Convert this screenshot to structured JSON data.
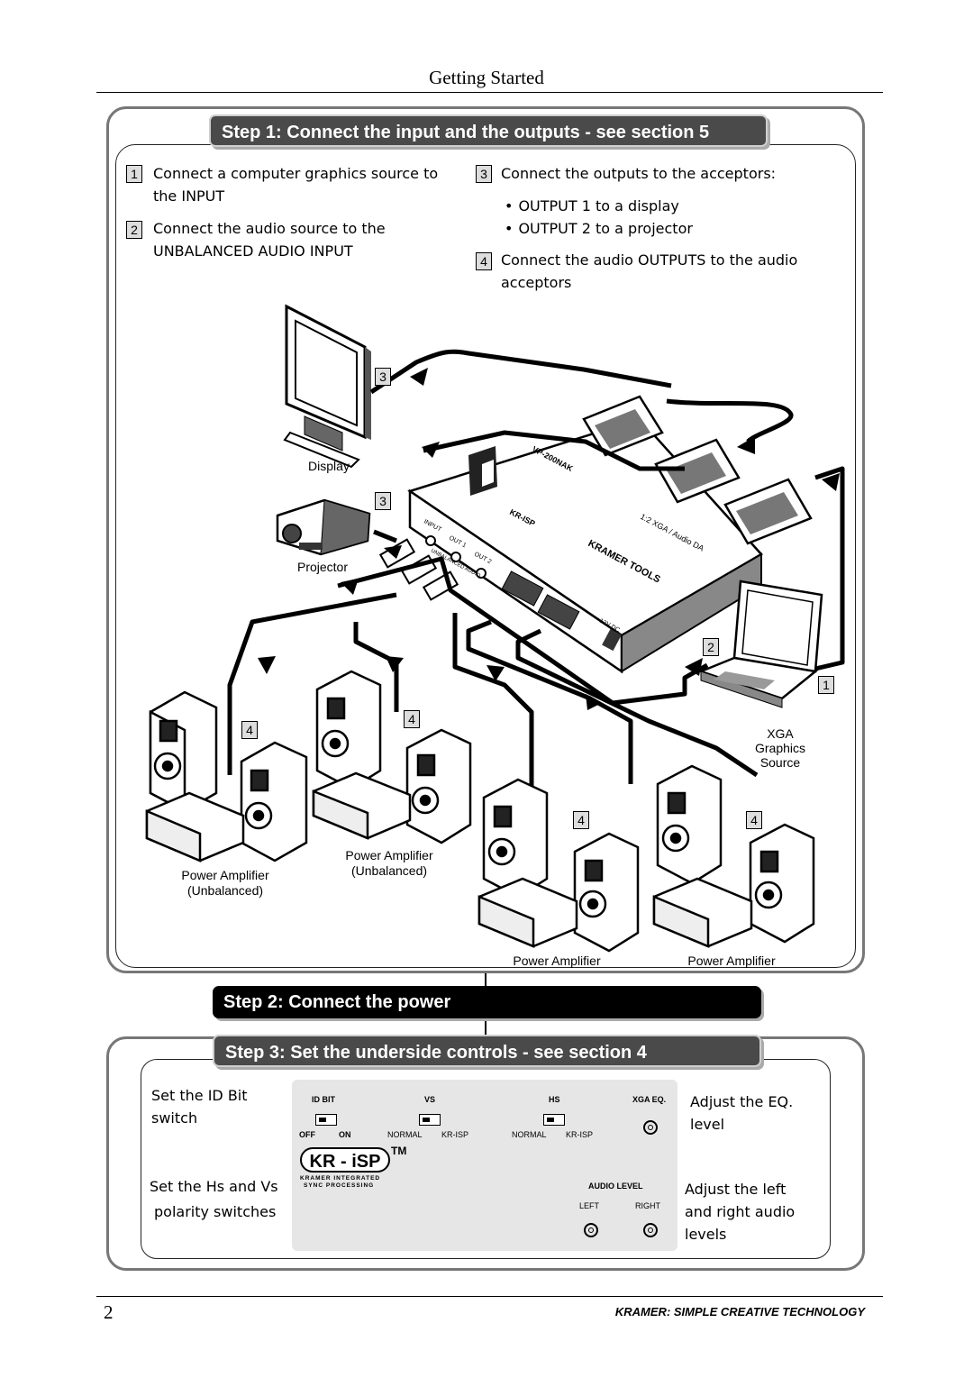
{
  "header": {
    "title": "Getting Started"
  },
  "step1": {
    "banner": "Step 1: Connect the input and the outputs - see section 5",
    "items": [
      {
        "num": "1",
        "text_a": "Connect a computer graphics source to",
        "text_b": "the INPUT"
      },
      {
        "num": "2",
        "text_a": "Connect the audio source to the",
        "text_b": "UNBALANCED AUDIO INPUT"
      },
      {
        "num": "3",
        "text_a": "Connect the outputs to the acceptors:"
      },
      {
        "num": "4",
        "text_a": "Connect the audio OUTPUTS to the audio",
        "text_b": "acceptors"
      }
    ],
    "bullets": [
      "OUTPUT 1 to a display",
      "OUTPUT 2 to a projector"
    ]
  },
  "diagram": {
    "labels": {
      "display": "Display",
      "projector": "Projector",
      "xga_1": "XGA",
      "xga_2": "Graphics",
      "xga_3": "Source",
      "amp_left_1": "Power Amplifier",
      "amp_left_2": "(Unbalanced)",
      "amp_mid_1": "Power Amplifier",
      "amp_mid_2": "(Unbalanced)",
      "amp_br1": "Power Amplifier",
      "amp_br2": "Power Amplifier"
    },
    "callouts": {
      "display": "3",
      "projector": "3",
      "source": "1",
      "audio_in": "2",
      "sp_left": "4",
      "sp_mid": "4",
      "sp_br1": "4",
      "sp_br2": "4"
    },
    "device": {
      "brand": "KRAMER TOOLS",
      "model": "VP-200NAK",
      "desc": "1:2 XGA / Audio DA",
      "kr_isp": "KR-ISP",
      "ports": [
        "INPUT",
        "OUT 1",
        "OUT 2"
      ],
      "unbal": "UNBALANCED AUDIO",
      "power": "12V DC"
    }
  },
  "step2": {
    "banner": "Step 2: Connect the power"
  },
  "step3": {
    "banner": "Step 3: Set the underside controls  - see section 4",
    "left_1a": "Set the ID Bit",
    "left_1b": "switch",
    "left_2a": "Set the Hs and Vs",
    "left_2b": "polarity switches",
    "right_1a": "Adjust the EQ.",
    "right_1b": "level",
    "right_2a": "Adjust the left",
    "right_2b": "and right audio",
    "right_2c": "levels",
    "panel": {
      "id_bit": "ID BIT",
      "vs": "VS",
      "hs": "HS",
      "xga_eq": "XGA EQ.",
      "off": "OFF",
      "on": "ON",
      "normal_1": "NORMAL",
      "kr_isp_1": "KR-ISP",
      "normal_2": "NORMAL",
      "kr_isp_2": "KR-ISP",
      "logo": "KR - iSP",
      "tm": "TM",
      "logo_sub_1": "KRAMER INTEGRATED",
      "logo_sub_2": "SYNC PROCESSING",
      "audio_level": "AUDIO LEVEL",
      "left": "LEFT",
      "right": "RIGHT"
    }
  },
  "footer": {
    "page": "2",
    "tagline": "KRAMER:  SIMPLE CREATIVE TECHNOLOGY"
  }
}
